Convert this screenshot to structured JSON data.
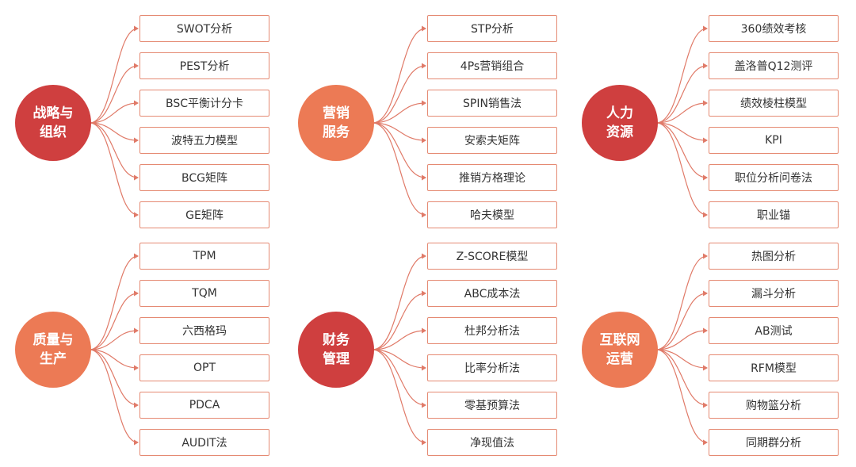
{
  "colors": {
    "hub_dark": "#cf3f3f",
    "hub_light": "#ec7a55",
    "box_border": "#e58a73",
    "connector": "#e07a68"
  },
  "groups": [
    {
      "id": "strategy",
      "hub_lines": [
        "战略与",
        "组织"
      ],
      "tone": "dark",
      "items": [
        "SWOT分析",
        "PEST分析",
        "BSC平衡计分卡",
        "波特五力模型",
        "BCG矩阵",
        "GE矩阵"
      ]
    },
    {
      "id": "marketing",
      "hub_lines": [
        "营销",
        "服务"
      ],
      "tone": "light",
      "items": [
        "STP分析",
        "4Ps营销组合",
        "SPIN销售法",
        "安索夫矩阵",
        "推销方格理论",
        "哈夫模型"
      ]
    },
    {
      "id": "hr",
      "hub_lines": [
        "人力",
        "资源"
      ],
      "tone": "dark",
      "items": [
        "360绩效考核",
        "盖洛普Q12测评",
        "绩效棱柱模型",
        "KPI",
        "职位分析问卷法",
        "职业锚"
      ]
    },
    {
      "id": "quality",
      "hub_lines": [
        "质量与",
        "生产"
      ],
      "tone": "light",
      "items": [
        "TPM",
        "TQM",
        "六西格玛",
        "OPT",
        "PDCA",
        "AUDIT法"
      ]
    },
    {
      "id": "finance",
      "hub_lines": [
        "财务",
        "管理"
      ],
      "tone": "dark",
      "items": [
        "Z-SCORE模型",
        "ABC成本法",
        "杜邦分析法",
        "比率分析法",
        "零基预算法",
        "净现值法"
      ]
    },
    {
      "id": "internet",
      "hub_lines": [
        "互联网",
        "运营"
      ],
      "tone": "light",
      "items": [
        "热图分析",
        "漏斗分析",
        "AB测试",
        "RFM模型",
        "购物篮分析",
        "同期群分析"
      ]
    }
  ]
}
